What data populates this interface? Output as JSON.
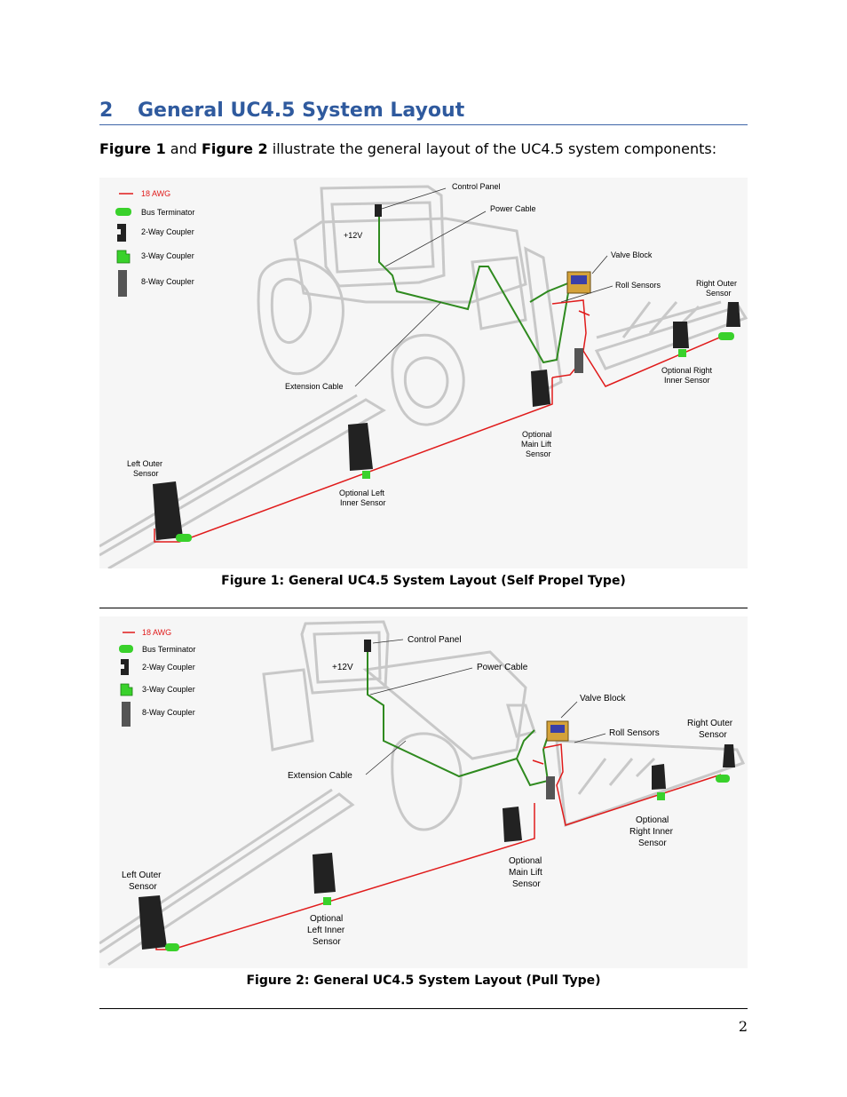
{
  "section": {
    "number": "2",
    "title": "General UC4.5 System Layout"
  },
  "intro": {
    "ref1": "Figure 1",
    "and": " and ",
    "ref2": "Figure 2",
    "rest": " illustrate the general layout of the UC4.5 system components:"
  },
  "figure1": {
    "caption": "Figure 1: General UC4.5 System Layout (Self Propel Type)",
    "legend": {
      "wire": "18 AWG",
      "terminator": "Bus Terminator",
      "c2": "2-Way Coupler",
      "c3": "3-Way Coupler",
      "c8": "8-Way Coupler"
    },
    "labels": {
      "control_panel": "Control Panel",
      "power_cable": "Power Cable",
      "v12": "+12V",
      "valve_block": "Valve Block",
      "roll_sensors": "Roll Sensors",
      "right_outer_1": "Right Outer",
      "right_outer_2": "Sensor",
      "opt_right_1": "Optional Right",
      "opt_right_2": "Inner Sensor",
      "extension_cable": "Extension Cable",
      "opt_main_1": "Optional",
      "opt_main_2": "Main Lift",
      "opt_main_3": "Sensor",
      "left_outer_1": "Left Outer",
      "left_outer_2": "Sensor",
      "opt_left_1": "Optional Left",
      "opt_left_2": "Inner Sensor"
    }
  },
  "figure2": {
    "caption": "Figure 2: General UC4.5 System Layout (Pull Type)",
    "legend": {
      "wire": "18 AWG",
      "terminator": "Bus Terminator",
      "c2": "2-Way Coupler",
      "c3": "3-Way Coupler",
      "c8": "8-Way Coupler"
    },
    "labels": {
      "control_panel": "Control Panel",
      "power_cable": "Power Cable",
      "v12": "+12V",
      "valve_block": "Valve Block",
      "roll_sensors": "Roll Sensors",
      "right_outer_1": "Right Outer",
      "right_outer_2": "Sensor",
      "opt_right_1": "Optional",
      "opt_right_2": "Right Inner",
      "opt_right_3": "Sensor",
      "extension_cable": "Extension Cable",
      "opt_main_1": "Optional",
      "opt_main_2": "Main Lift",
      "opt_main_3": "Sensor",
      "left_outer_1": "Left Outer",
      "left_outer_2": "Sensor",
      "opt_left_1": "Optional",
      "opt_left_2": "Left Inner",
      "opt_left_3": "Sensor"
    }
  },
  "page_number": "2",
  "colors": {
    "heading": "#2f5a9e",
    "wire_red": "#e01b1b",
    "wire_green": "#2f8a1f",
    "coupler_green": "#39d12b",
    "outline": "#c8c8c8"
  }
}
